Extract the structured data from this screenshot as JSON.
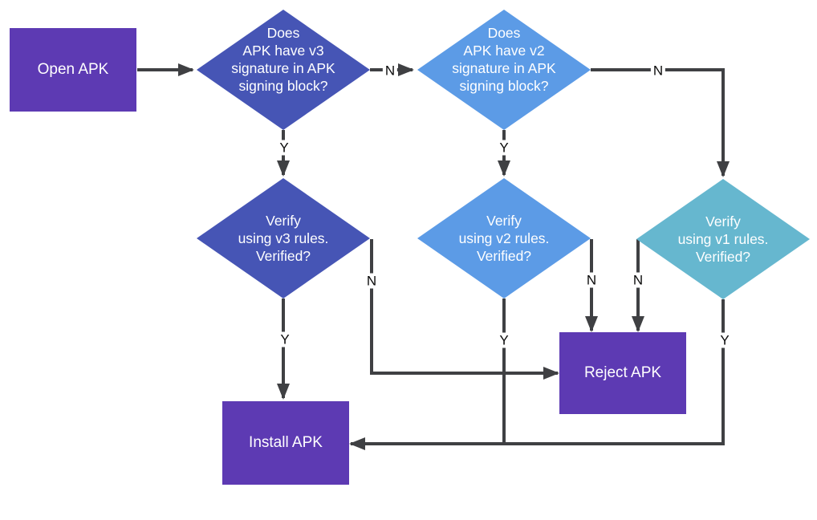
{
  "diagram": {
    "colors": {
      "process_fill": "#5D3AB3",
      "v3_fill": "#4655B5",
      "v2_fill": "#5C9BE6",
      "v1_fill": "#66B7CF",
      "connector": "#3F4043",
      "node_text": "#FFFFFF",
      "edge_label_text": "#0A0A0A",
      "background": "#FFFFFF"
    },
    "nodes": {
      "open_apk": {
        "shape": "rectangle",
        "label": "Open APK"
      },
      "q_v3": {
        "shape": "diamond",
        "label": "Does\nAPK have v3\nsignature in APK\nsigning block?"
      },
      "q_v2": {
        "shape": "diamond",
        "label": "Does\nAPK have v2\nsignature in APK\nsigning block?"
      },
      "verify_v3": {
        "shape": "diamond",
        "label": "Verify\nusing v3 rules.\nVerified?"
      },
      "verify_v2": {
        "shape": "diamond",
        "label": "Verify\nusing v2 rules.\nVerified?"
      },
      "verify_v1": {
        "shape": "diamond",
        "label": "Verify\nusing v1 rules.\nVerified?"
      },
      "reject_apk": {
        "shape": "rectangle",
        "label": "Reject APK"
      },
      "install_apk": {
        "shape": "rectangle",
        "label": "Install APK"
      }
    },
    "edge_labels": {
      "q_v3_no": "N",
      "q_v2_no": "N",
      "q_v3_yes": "Y",
      "q_v2_yes": "Y",
      "verify_v3_yes": "Y",
      "verify_v3_no": "N",
      "verify_v2_no": "N",
      "verify_v1_no": "N",
      "verify_v2_yes": "Y",
      "verify_v1_yes": "Y"
    }
  }
}
